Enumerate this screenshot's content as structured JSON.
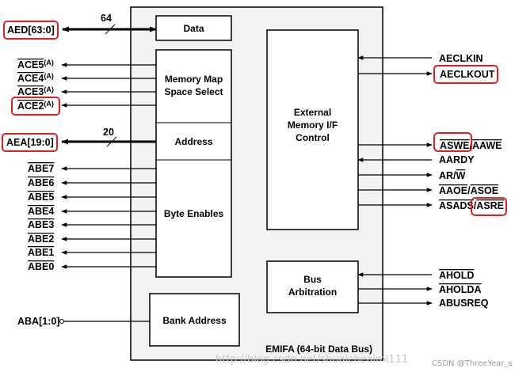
{
  "outer_label": "EMIFA (64-bit Data Bus)",
  "blocks": {
    "data": "Data",
    "memory_map_1": "Memory Map",
    "memory_map_2": "Space Select",
    "address": "Address",
    "byte_enables": "Byte Enables",
    "ext_mem_1": "External",
    "ext_mem_2": "Memory I/F",
    "ext_mem_3": "Control",
    "bus_arb_1": "Bus",
    "bus_arb_2": "Arbitration",
    "bank_address": "Bank Address"
  },
  "bus_widths": {
    "data": "64",
    "address": "20"
  },
  "left_signals": {
    "aed": "AED[63:0]",
    "ace5": "ACE5",
    "ace5_sup": "(A)",
    "ace4": "ACE4",
    "ace4_sup": "(A)",
    "ace3": "ACE3",
    "ace3_sup": "(A)",
    "ace2": "ACE2",
    "ace2_sup": "(A)",
    "aea": "AEA[19:0]",
    "abe7": "ABE7",
    "abe6": "ABE6",
    "abe5": "ABE5",
    "abe4": "ABE4",
    "abe3": "ABE3",
    "abe2": "ABE2",
    "abe1": "ABE1",
    "abe0": "ABE0",
    "aba": "ABA[1:0]"
  },
  "right_signals": {
    "aeclkin": "AECLKIN",
    "aeclkout": "AECLKOUT",
    "aswe": "ASWE",
    "awe_sep": "/",
    "aawe": "AAWE",
    "aardy": "AARDY",
    "arw_ar": "AR/",
    "arw_w": "W",
    "aaoe": "AAOE",
    "slash1": "/",
    "asoe": "ASOE",
    "asads": "ASADS",
    "slash2": "/",
    "asre": "ASRE",
    "ahold": "AHOLD",
    "aholda": "AHOLDA",
    "abusreq": "ABUSREQ"
  },
  "watermark": {
    "url": "http://blog.csdn.net/shuaicheaimi111",
    "credit": "CSDN @ThreeYear_s"
  },
  "colors": {
    "highlight": "#e02020",
    "panel": "#f2f2f2",
    "line": "#000000"
  }
}
